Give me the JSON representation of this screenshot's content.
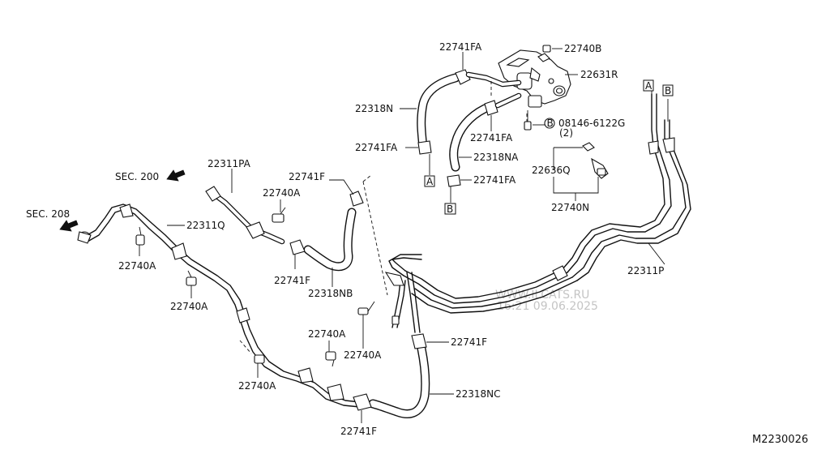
{
  "diagram": {
    "sec_labels": {
      "sec200": "SEC. 200",
      "sec208": "SEC. 208"
    },
    "part_labels": {
      "p22741FA_top": "22741FA",
      "p22740B": "22740B",
      "p22631R": "22631R",
      "p22318N": "22318N",
      "p22741FA_mid": "22741FA",
      "p08146": "08146-6122G",
      "p08146_qty": "(2)",
      "p08146_prefix": "B",
      "p22741FA_left": "22741FA",
      "p22318NA": "22318NA",
      "p22741FA_low": "22741FA",
      "p22636Q": "22636Q",
      "p22740N": "22740N",
      "p22311PA": "22311PA",
      "p22741F_a": "22741F",
      "p22740A_a": "22740A",
      "p22311Q": "22311Q",
      "p22740A_b": "22740A",
      "p22741F_b": "22741F",
      "p22318NB": "22318NB",
      "p22740A_c": "22740A",
      "p22311P": "22311P",
      "p22740A_d": "22740A",
      "p22740A_e": "22740A",
      "p22741F_c": "22741F",
      "p22740A_f": "22740A",
      "p22318NC": "22318NC",
      "p22741F_d": "22741F"
    },
    "ref_boxes": {
      "a_top": "A",
      "b_top": "B",
      "a_mid": "A",
      "b_mid": "B"
    },
    "watermark": {
      "site": "WWW.ILCATS.RU",
      "timestamp": "16:21 09.06.2025"
    },
    "diagram_code": "M2230026"
  }
}
